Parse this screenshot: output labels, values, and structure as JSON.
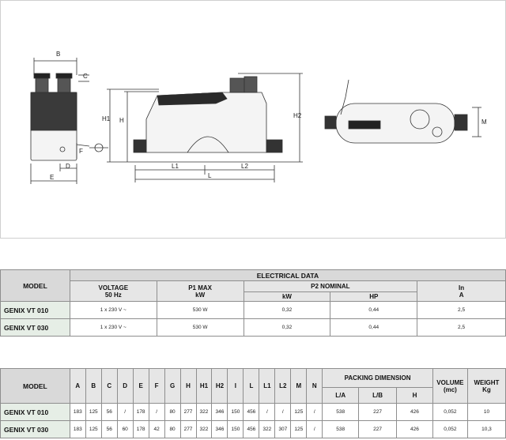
{
  "drawing": {
    "labels": {
      "B": "B",
      "C": "C",
      "F": "F",
      "D": "D",
      "E": "E",
      "H1": "H1",
      "H": "H",
      "H2": "H2",
      "L1": "L1",
      "L2": "L2",
      "L": "L",
      "M": "M"
    }
  },
  "electrical": {
    "model_header": "MODEL",
    "group_header": "ELECTRICAL DATA",
    "voltage_header": "VOLTAGE",
    "voltage_unit": "50 Hz",
    "p1_header": "P1 MAX",
    "p1_unit": "kW",
    "p2_header": "P2 NOMINAL",
    "p2_kw": "kW",
    "p2_hp": "HP",
    "in_header": "In",
    "in_unit": "A",
    "rows": [
      {
        "model": "GENIX VT 010",
        "voltage": "1 x 230 V ~",
        "p1": "530 W",
        "kw": "0,32",
        "hp": "0,44",
        "in": "2,5"
      },
      {
        "model": "GENIX VT 030",
        "voltage": "1 x 230 V ~",
        "p1": "530 W",
        "kw": "0,32",
        "hp": "0,44",
        "in": "2,5"
      }
    ]
  },
  "dimensions": {
    "model_header": "MODEL",
    "columns": [
      "A",
      "B",
      "C",
      "D",
      "E",
      "F",
      "G",
      "H",
      "H1",
      "H2",
      "I",
      "L",
      "L1",
      "L2",
      "M",
      "N"
    ],
    "packing_header": "PACKING DIMENSION",
    "packing_cols": [
      "L/A",
      "L/B",
      "H"
    ],
    "volume_header": "VOLUME",
    "volume_unit": "(mc)",
    "weight_header": "WEIGHT",
    "weight_unit": "Kg",
    "rows": [
      {
        "model": "GENIX VT 010",
        "values": [
          "183",
          "125",
          "56",
          "/",
          "178",
          "/",
          "80",
          "277",
          "322",
          "346",
          "150",
          "456",
          "/",
          "/",
          "125",
          "/"
        ],
        "packing": [
          "538",
          "227",
          "426"
        ],
        "volume": "0,052",
        "weight": "10"
      },
      {
        "model": "GENIX VT 030",
        "values": [
          "183",
          "125",
          "56",
          "60",
          "178",
          "42",
          "80",
          "277",
          "322",
          "346",
          "150",
          "456",
          "322",
          "307",
          "125",
          "/"
        ],
        "packing": [
          "538",
          "227",
          "426"
        ],
        "volume": "0,052",
        "weight": "10,3"
      }
    ]
  }
}
